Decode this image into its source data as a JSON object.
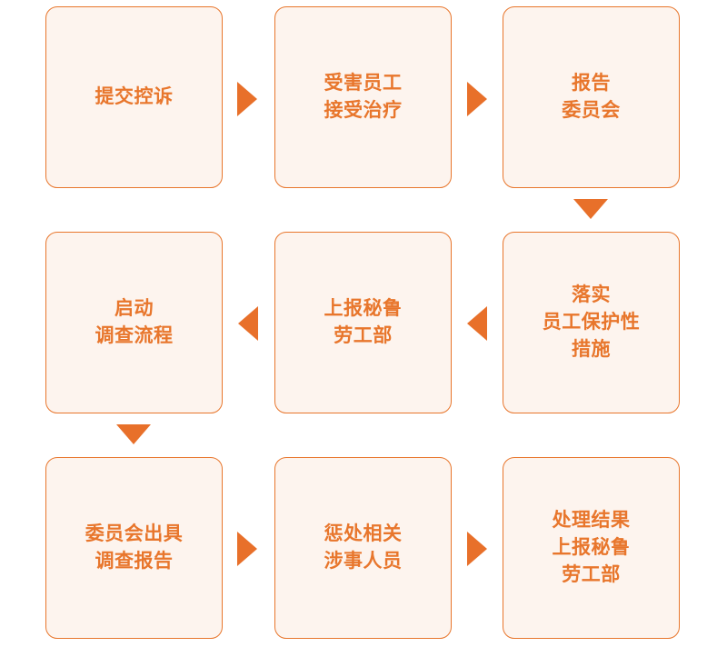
{
  "diagram": {
    "type": "flowchart",
    "title": "",
    "orientation": "serpentine-grid-3x3",
    "colors": {
      "node_border": "#E8762C",
      "node_fill": "#FDF4EE",
      "text": "#E8762C",
      "arrow": "#E8702A",
      "background": "#FFFFFF"
    },
    "nodes": [
      {
        "id": "n1",
        "order": 1,
        "label": "提交控诉",
        "lines": [
          "提交控诉"
        ],
        "row": 1,
        "col": 1
      },
      {
        "id": "n2",
        "order": 2,
        "label": "受害员工\n接受治疗",
        "lines": [
          "受害员工",
          "接受治疗"
        ],
        "row": 1,
        "col": 2
      },
      {
        "id": "n3",
        "order": 3,
        "label": "报告\n委员会",
        "lines": [
          "报告",
          "委员会"
        ],
        "row": 1,
        "col": 3
      },
      {
        "id": "n4",
        "order": 4,
        "label": "落实\n员工保护性\n措施",
        "lines": [
          "落实",
          "员工保护性",
          "措施"
        ],
        "row": 2,
        "col": 3
      },
      {
        "id": "n5",
        "order": 5,
        "label": "上报秘鲁\n劳工部",
        "lines": [
          "上报秘鲁",
          "劳工部"
        ],
        "row": 2,
        "col": 2
      },
      {
        "id": "n6",
        "order": 6,
        "label": "启动\n调查流程",
        "lines": [
          "启动",
          "调查流程"
        ],
        "row": 2,
        "col": 1
      },
      {
        "id": "n7",
        "order": 7,
        "label": "委员会出具\n调查报告",
        "lines": [
          "委员会出具",
          "调查报告"
        ],
        "row": 3,
        "col": 1
      },
      {
        "id": "n8",
        "order": 8,
        "label": "惩处相关\n涉事人员",
        "lines": [
          "惩处相关",
          "涉事人员"
        ],
        "row": 3,
        "col": 2
      },
      {
        "id": "n9",
        "order": 9,
        "label": "处理结果\n上报秘鲁\n劳工部",
        "lines": [
          "处理结果",
          "上报秘鲁",
          "劳工部"
        ],
        "row": 3,
        "col": 3
      }
    ],
    "connectors": [
      {
        "id": "c1",
        "from": "n1",
        "to": "n2",
        "direction": "right"
      },
      {
        "id": "c2",
        "from": "n2",
        "to": "n3",
        "direction": "right"
      },
      {
        "id": "c3",
        "from": "n3",
        "to": "n4",
        "direction": "down"
      },
      {
        "id": "c4",
        "from": "n4",
        "to": "n5",
        "direction": "left"
      },
      {
        "id": "c5",
        "from": "n5",
        "to": "n6",
        "direction": "left"
      },
      {
        "id": "c6",
        "from": "n6",
        "to": "n7",
        "direction": "down"
      },
      {
        "id": "c7",
        "from": "n7",
        "to": "n8",
        "direction": "right"
      },
      {
        "id": "c8",
        "from": "n8",
        "to": "n9",
        "direction": "right"
      }
    ]
  }
}
